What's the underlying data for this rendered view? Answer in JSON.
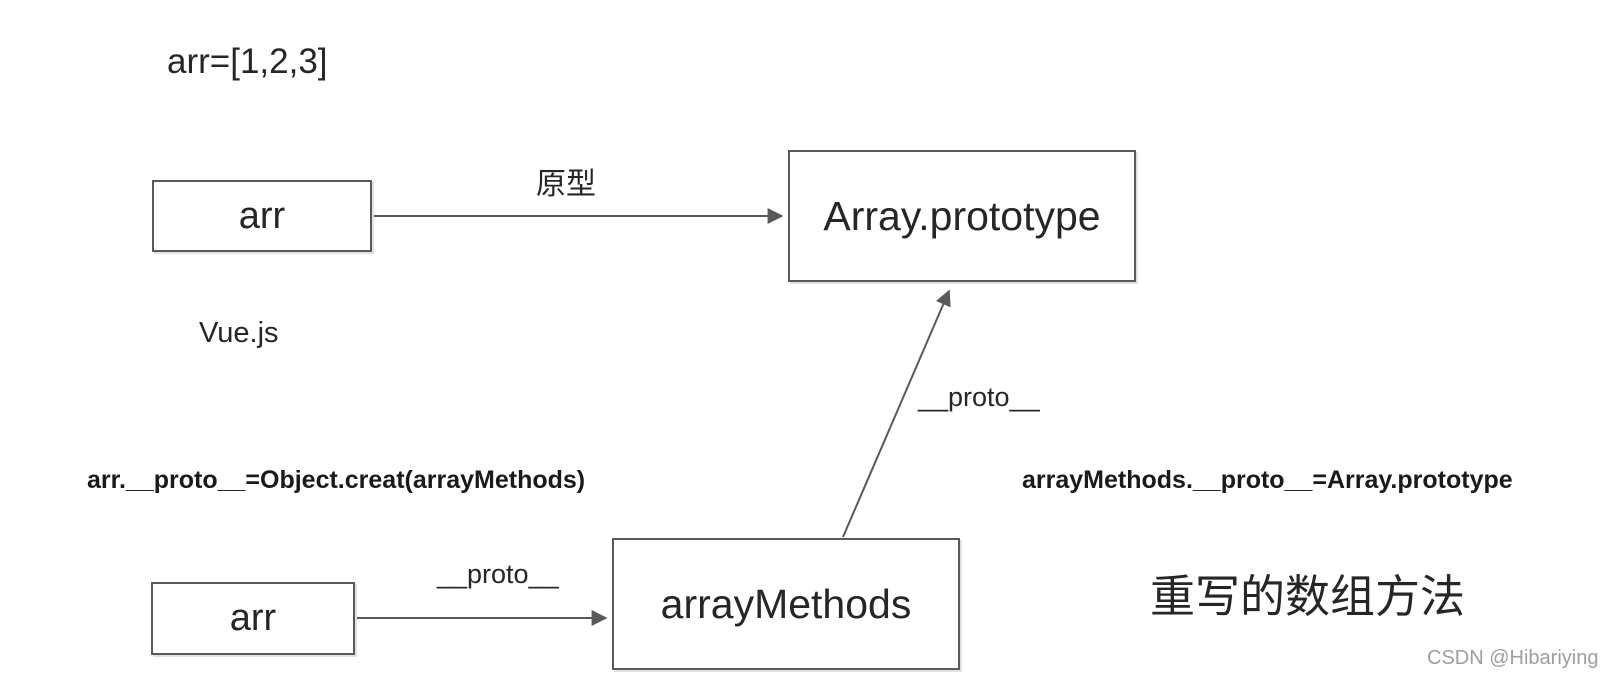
{
  "diagram": {
    "title_code": "arr=[1,2,3]",
    "framework_label": "Vue.js",
    "left_equation": "arr.__proto__=Object.creat(arrayMethods)",
    "right_equation": "arrayMethods.__proto__=Array.prototype",
    "rewritten_methods_label": "重写的数组方法",
    "nodes": {
      "arr_top": {
        "label": "arr"
      },
      "array_prototype": {
        "label": "Array.prototype"
      },
      "arr_bottom": {
        "label": "arr"
      },
      "array_methods": {
        "label": "arrayMethods"
      }
    },
    "edges": {
      "arr_to_prototype": {
        "label": "原型"
      },
      "arr_to_arraymethods": {
        "label": "__proto__"
      },
      "arraymethods_to_prototype": {
        "label": "__proto__"
      }
    },
    "colors": {
      "stroke": "#595959",
      "text": "#262626",
      "background": "#ffffff",
      "watermark": "#9e9e9e"
    }
  },
  "watermark": "CSDN @Hibariying"
}
